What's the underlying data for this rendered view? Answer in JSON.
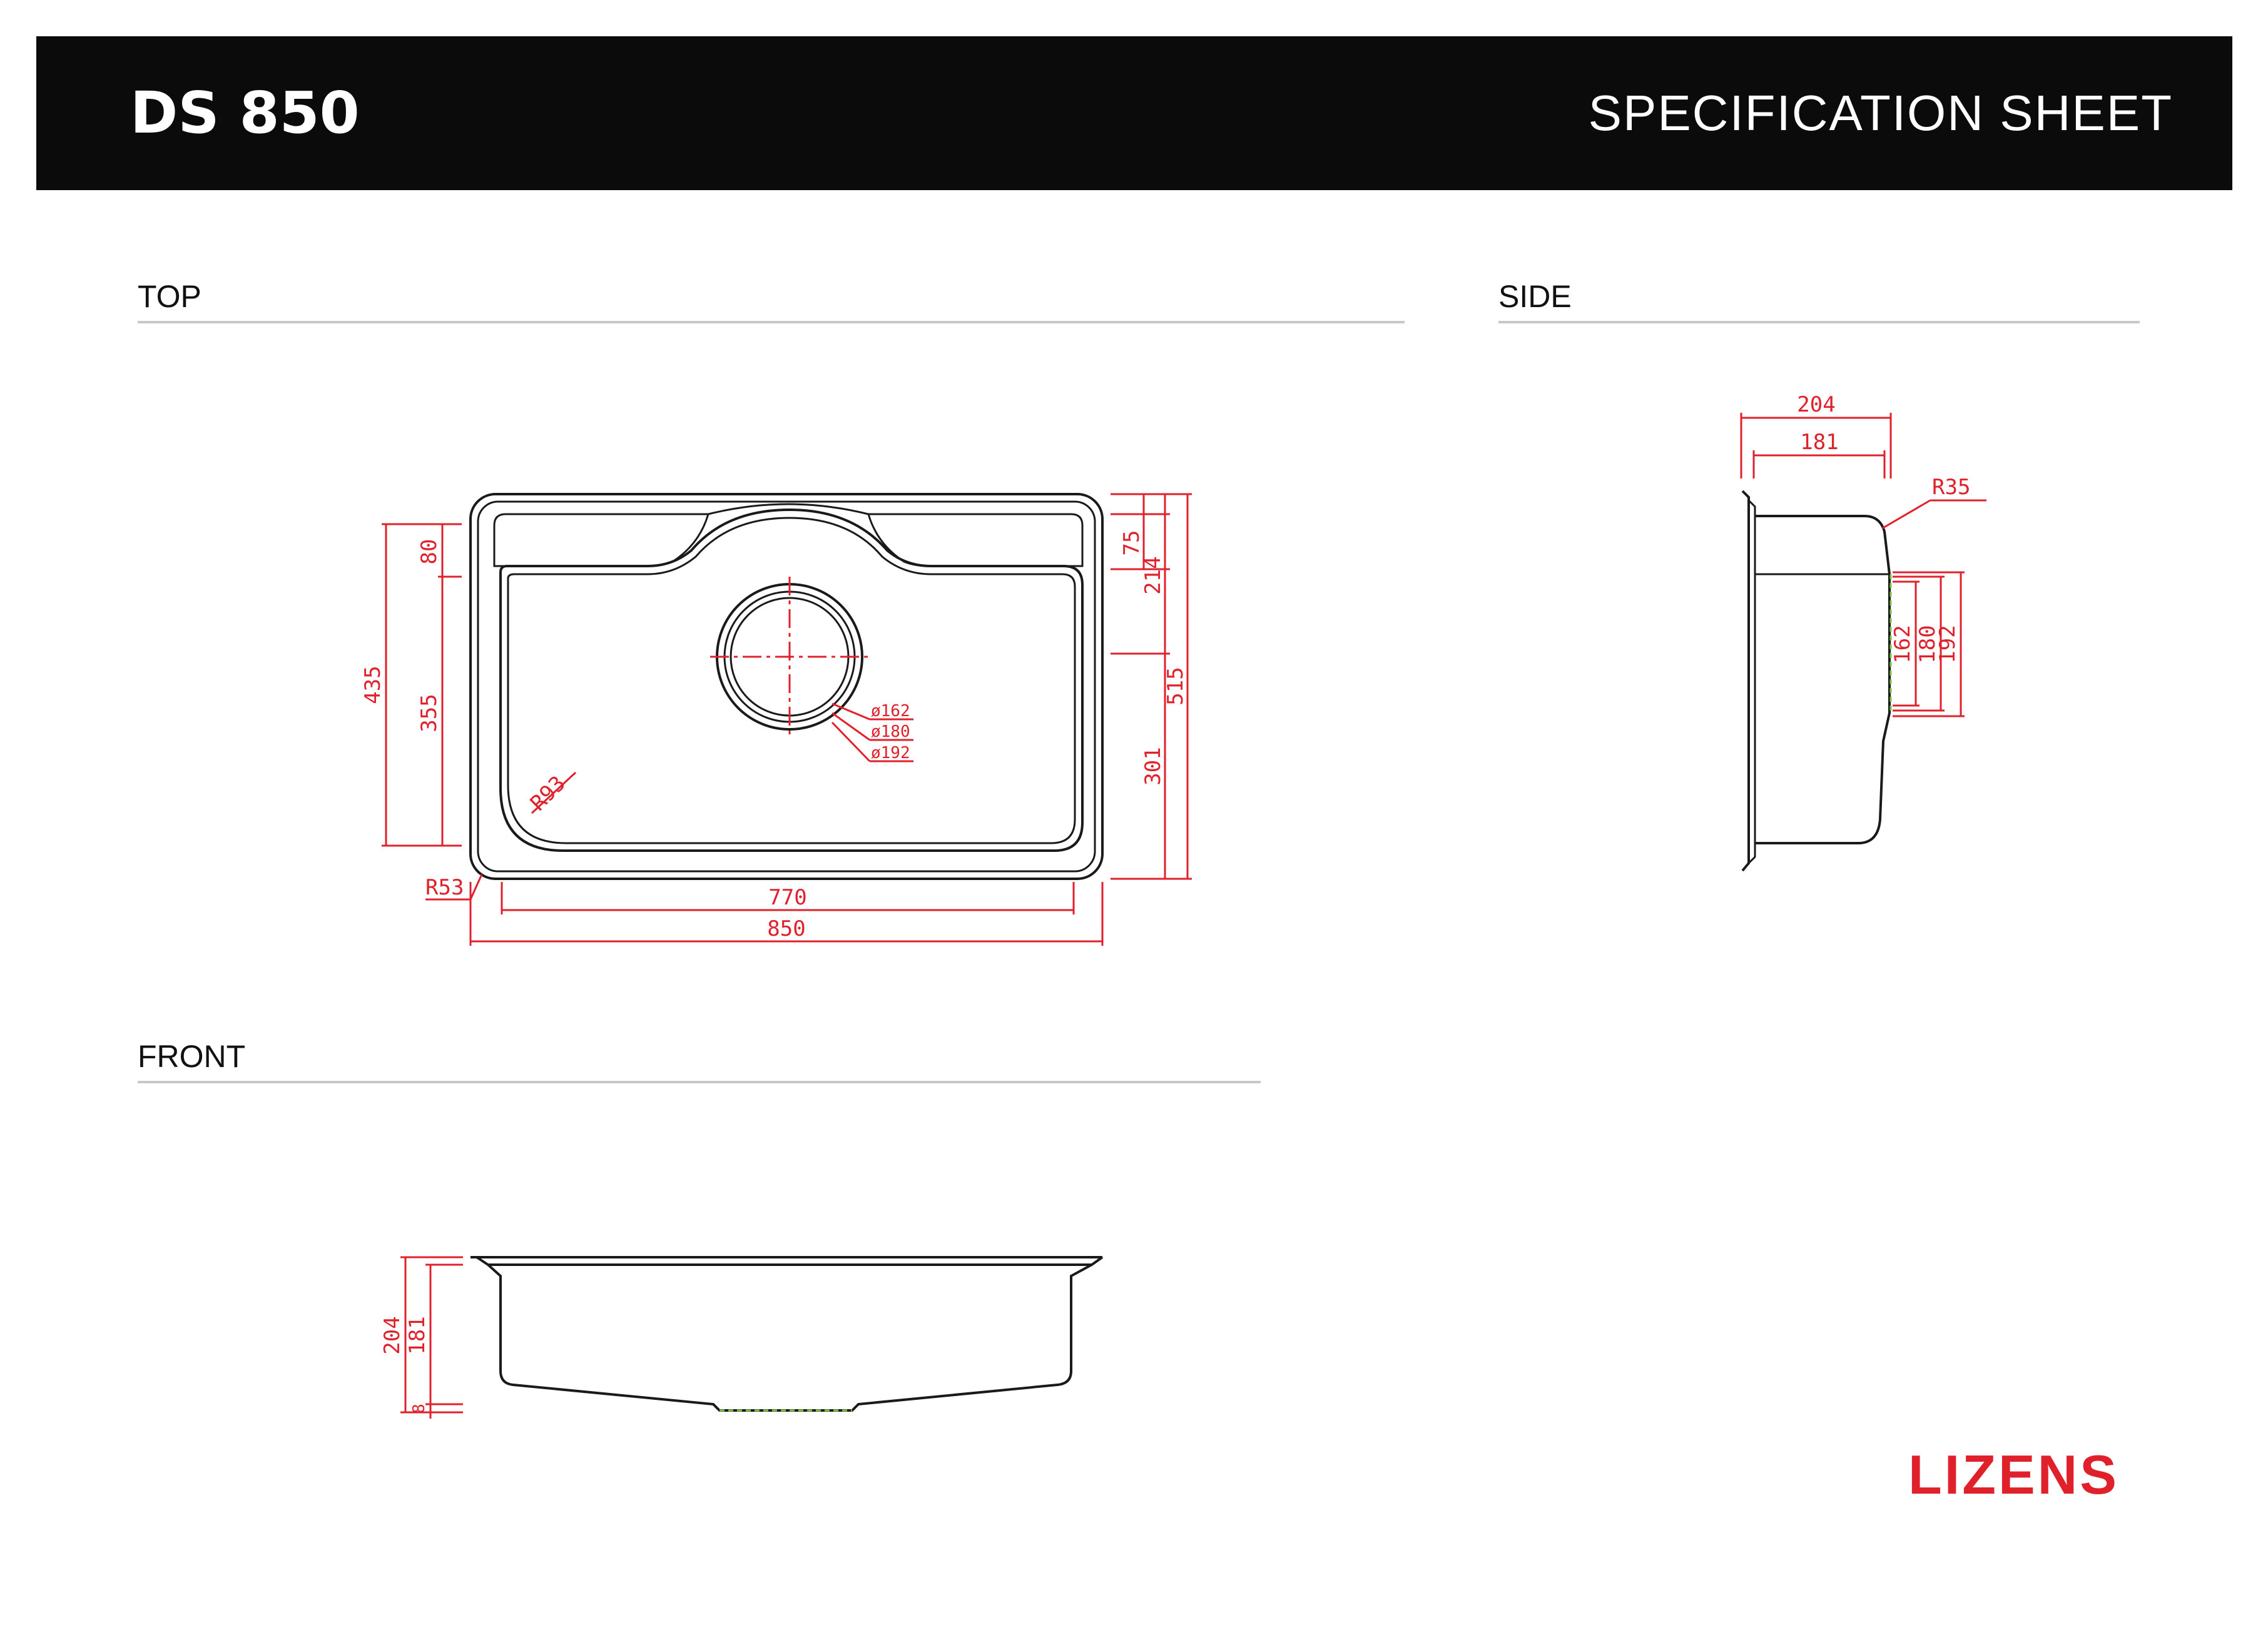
{
  "header": {
    "model": "DS 850",
    "title": "SPECIFICATION SHEET"
  },
  "sections": {
    "top": "TOP",
    "side": "SIDE",
    "front": "FRONT"
  },
  "dimensions": {
    "top": {
      "bowl_width": "770",
      "overall_width": "850",
      "overall_depth": "515",
      "depth_435": "435",
      "ledge_80": "80",
      "bowl_depth_355": "355",
      "dim_75": "75",
      "dim_214": "214",
      "dim_301": "301",
      "corner_outer": "R53",
      "corner_bowl": "R93",
      "drain_162": "ø162",
      "drain_180": "ø180",
      "drain_192": "ø192"
    },
    "side": {
      "overall_depth": "204",
      "bowl_depth": "181",
      "radius": "R35",
      "dim_162": "162",
      "dim_180": "180",
      "dim_192": "192"
    },
    "front": {
      "overall_depth": "204",
      "bowl_depth": "181",
      "flange": "8"
    }
  },
  "brand": {
    "name": "LIZENS"
  },
  "colors": {
    "header_bg": "#0b0b0b",
    "dimension_red": "#e0202a",
    "outline": "#1a1a1a",
    "brand_red": "#e0202a",
    "hidden_line": "#7ac943"
  }
}
